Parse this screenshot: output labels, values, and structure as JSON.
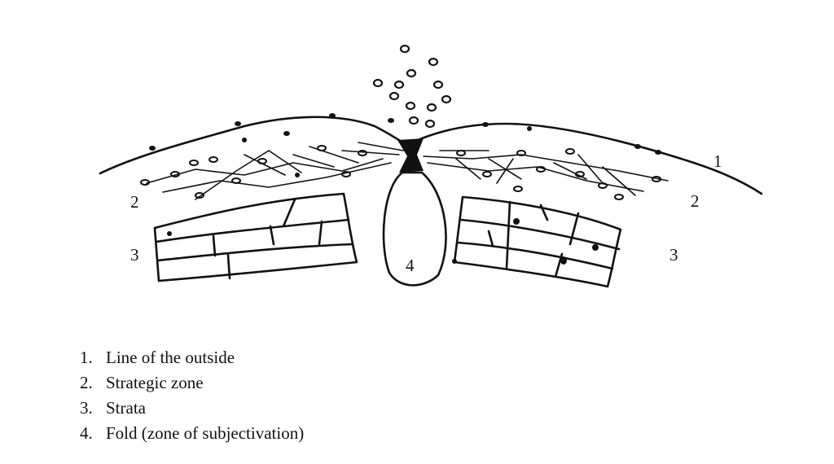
{
  "diagram": {
    "labels": {
      "outside_line": "1",
      "strategic_left": "2",
      "strategic_right": "2",
      "strata_left": "3",
      "strata_right": "3",
      "fold": "4"
    }
  },
  "legend": [
    {
      "num": "1.",
      "text": "Line of the outside"
    },
    {
      "num": "2.",
      "text": "Strategic zone"
    },
    {
      "num": "3.",
      "text": "Strata"
    },
    {
      "num": "4.",
      "text": "Fold (zone of subjectivation)"
    }
  ]
}
